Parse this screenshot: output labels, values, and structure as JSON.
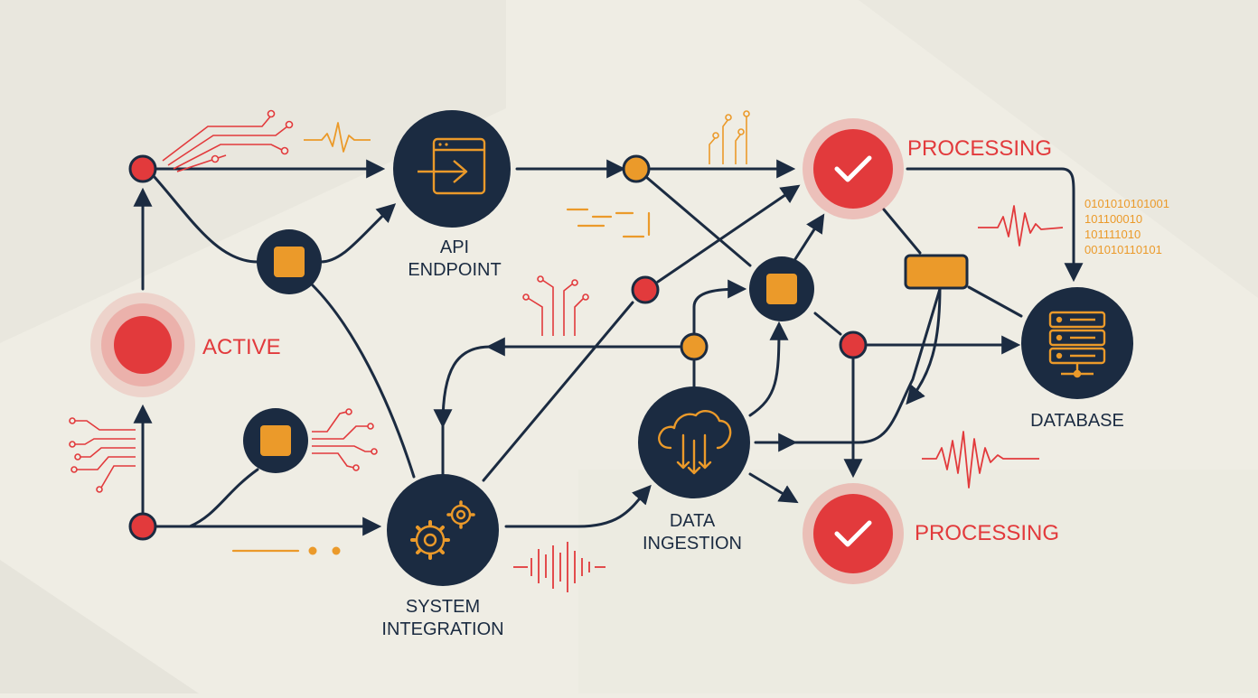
{
  "labels": {
    "active": "ACTIVE",
    "api_line1": "API",
    "api_line2": "ENDPOINT",
    "sys_line1": "SYSTEM",
    "sys_line2": "INTEGRATION",
    "data_line1": "DATA",
    "data_line2": "INGESTION",
    "processing_top": "PROCESSING",
    "processing_bottom": "PROCESSING",
    "database": "DATABASE"
  },
  "binary": {
    "line1": "0101010101001",
    "line2": "101100010",
    "line3": "101111010",
    "line4": "001010110101"
  },
  "colors": {
    "navy": "#1b2b41",
    "red": "#e23a3c",
    "orange": "#eb9a2a",
    "background": "#efede4"
  },
  "icons": {
    "api": "login-arrow-icon",
    "system": "gears-icon",
    "data": "cloud-download-icon",
    "processing": "checkmark-icon",
    "database": "server-stack-icon"
  }
}
